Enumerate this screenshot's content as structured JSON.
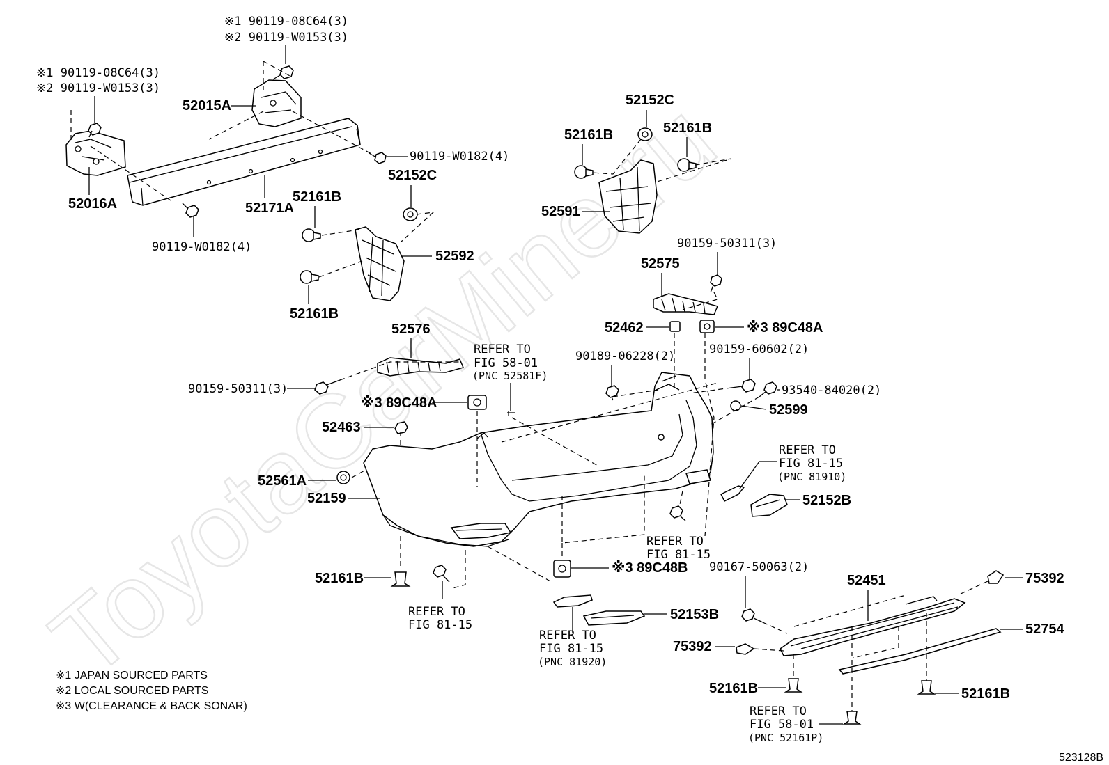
{
  "watermark": "ToyotaCarMine.ru",
  "diagram_id": "523128B",
  "notes": [
    "※1 JAPAN SOURCED PARTS",
    "※2 LOCAL SOURCED PARTS",
    "※3 W(CLEARANCE & BACK SONAR)"
  ],
  "labels": {
    "bolt_upper_jp": "※1 90119-08C64(3)",
    "bolt_upper_local": "※2 90119-W0153(3)",
    "bolt_left_jp": "※1 90119-08C64(3)",
    "bolt_left_local": "※2 90119-W0153(3)",
    "p52015A": "52015A",
    "p52016A": "52016A",
    "p52171A": "52171A",
    "p90119_W0182_right": "90119-W0182(4)",
    "p90119_W0182_bottom": "90119-W0182(4)",
    "p52161B_a": "52161B",
    "p52152C_a": "52152C",
    "p52592": "52592",
    "p52161B_b": "52161B",
    "p52152C_b": "52152C",
    "p52161B_c": "52161B",
    "p52161B_d": "52161B",
    "p52591": "52591",
    "p90159_50311_right": "90159-50311(3)",
    "p52575": "52575",
    "p52462": "52462",
    "p89C48A_right": "※3 89C48A",
    "p90189": "90189-06228(2)",
    "p90159_60602": "90159-60602(2)",
    "p93540": "93540-84020(2)",
    "p52599": "52599",
    "p52576": "52576",
    "refer_58_01_a": [
      "REFER TO",
      "FIG 58-01",
      "(PNC 52581F)"
    ],
    "p90159_50311_left": "90159-50311(3)",
    "p89C48A_left": "※3 89C48A",
    "p52463": "52463",
    "p52561A": "52561A",
    "p52159": "52159",
    "refer_81_15_a": [
      "REFER TO",
      "FIG 81-15",
      "(PNC 81910)"
    ],
    "p52152B": "52152B",
    "refer_81_15_b": [
      "REFER TO",
      "FIG 81-15"
    ],
    "p52161B_e": "52161B",
    "p89C48B": "※3 89C48B",
    "refer_81_15_c": [
      "REFER TO",
      "FIG 81-15"
    ],
    "p90167": "90167-50063(2)",
    "p52451": "52451",
    "p75392_right": "75392",
    "p52153B": "52153B",
    "refer_81_15_d": [
      "REFER TO",
      "FIG 81-15",
      "(PNC 81920)"
    ],
    "p52754": "52754",
    "p75392_left": "75392",
    "p52161B_f": "52161B",
    "p52161B_g": "52161B",
    "refer_58_01_b": [
      "REFER TO",
      "FIG 58-01",
      "(PNC 52161P)"
    ]
  }
}
